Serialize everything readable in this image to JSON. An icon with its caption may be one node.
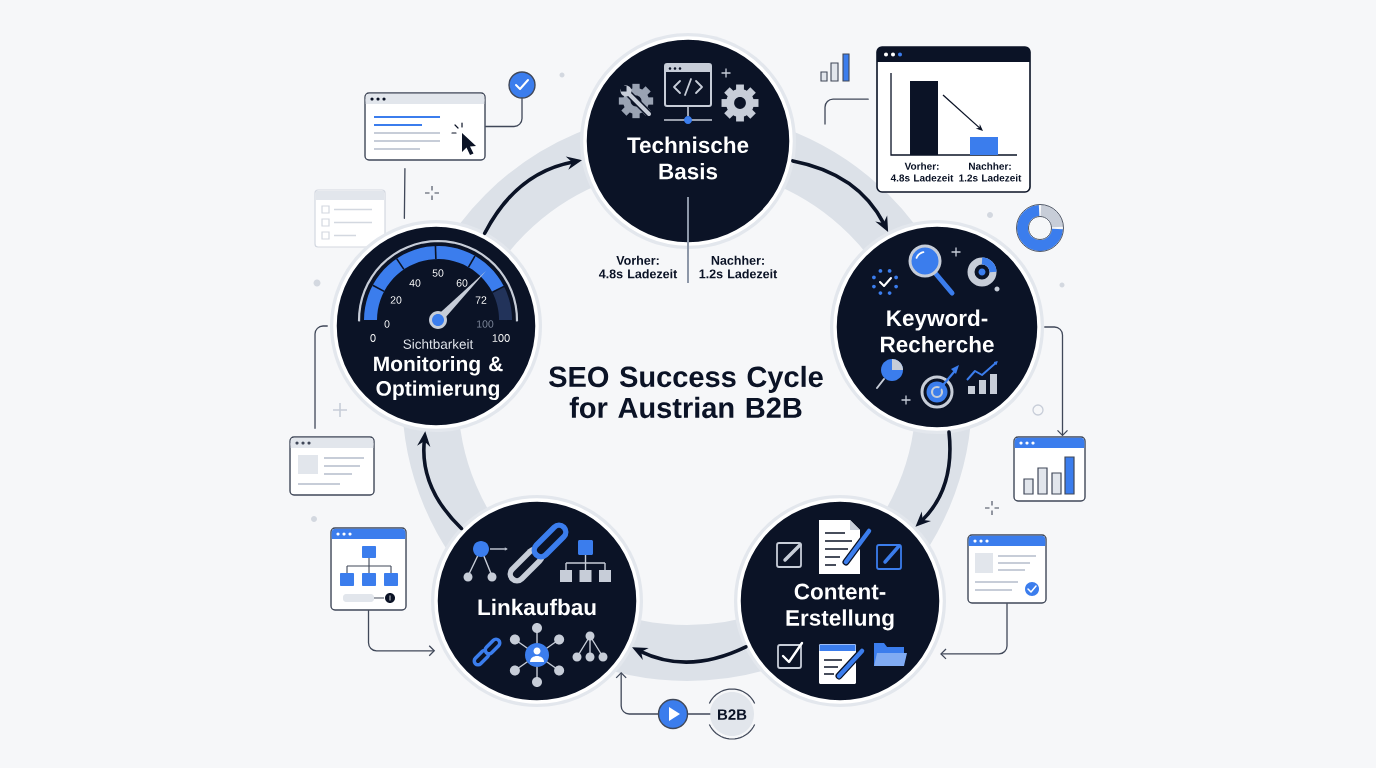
{
  "diagram": {
    "title": "SEO Success Cycle for Austrian B2B",
    "nodes": [
      {
        "text": [
          "Technische Basis"
        ],
        "beside": [
          "Vorher: 4.8s Ladezeit",
          "Nachher: 1.2s Ladezeit"
        ]
      },
      {
        "text": [
          "Keyword-Recherche"
        ]
      },
      {
        "text": [
          "Content-Erstellung"
        ]
      },
      {
        "text": [
          "Linkaufbau"
        ]
      },
      {
        "text": [
          "Sichtbarkeit",
          "Monitoring & Optimierung"
        ]
      },
      {
        "text": [
          "Vorher: 4.8s Ladezeit",
          "Nachher: 1.2s Ladezeit"
        ]
      },
      {
        "text": [],
        "shape": "picture"
      },
      {
        "text": [],
        "shape": "circle"
      },
      {
        "text": [],
        "shape": "picture"
      },
      {
        "text": [],
        "shape": "picture"
      },
      {
        "text": [],
        "shape": "picture"
      },
      {
        "text": [],
        "shape": "picture"
      },
      {
        "text": [],
        "shape": "circle"
      },
      {
        "text": [
          "B2B"
        ]
      }
    ],
    "edges": [
      {
        "from": 4,
        "to": 0,
        "arrow": "to",
        "style": "thick",
        "color": "#0b1326"
      },
      {
        "from": 0,
        "to": 1,
        "arrow": "to",
        "style": "thick",
        "color": "#0b1326"
      },
      {
        "from": 1,
        "to": 2,
        "arrow": "to",
        "style": "thick",
        "color": "#0b1326"
      },
      {
        "from": 2,
        "to": 3,
        "arrow": "to",
        "style": "thick",
        "color": "#0b1326"
      },
      {
        "from": 3,
        "to": 4,
        "arrow": "to",
        "style": "thick",
        "color": "#0b1326"
      },
      {
        "from": 6,
        "to": 7,
        "arrow": "none"
      },
      {
        "from": 1,
        "to": 8,
        "arrow": "to"
      },
      {
        "from": 9,
        "to": 2,
        "arrow": "to"
      },
      {
        "from": 10,
        "to": 3,
        "arrow": "to"
      },
      {
        "from": 4,
        "to": 11,
        "arrow": "none"
      },
      {
        "from": 12,
        "to": 3,
        "arrow": "to"
      },
      {
        "from": 12,
        "to": 13,
        "arrow": "none"
      },
      {
        "from": 6,
        "to": 4,
        "arrow": "none"
      },
      {
        "from": null,
        "to": 5,
        "arrow": "none"
      }
    ],
    "labels": [
      "0",
      "20",
      "40",
      "50",
      "60",
      "72",
      "100",
      "0",
      "100"
    ]
  }
}
